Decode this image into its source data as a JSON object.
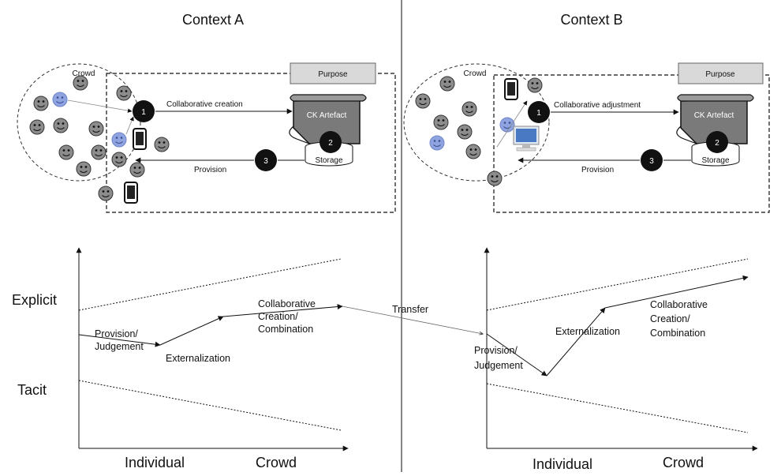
{
  "contexts": [
    {
      "title": "Context A",
      "crowd_label": "Crowd",
      "purpose_label": "Purpose",
      "artefact_label": "CK Artefact",
      "storage_label": "Storage",
      "step1_label": "Collaborative creation",
      "provision_label": "Provision",
      "steps": [
        "1",
        "2",
        "3"
      ],
      "graph": {
        "labels": [
          "Provision/",
          "Judgement",
          "Externalization",
          "Collaborative",
          "Creation/",
          "Combination"
        ],
        "x_words": [
          "Individual",
          "Crowd"
        ]
      }
    },
    {
      "title": "Context B",
      "crowd_label": "Crowd",
      "purpose_label": "Purpose",
      "artefact_label": "CK Artefact",
      "storage_label": "Storage",
      "step1_label": "Collaborative adjustment",
      "provision_label": "Provision",
      "steps": [
        "1",
        "2",
        "3"
      ],
      "graph": {
        "labels": [
          "Provision/",
          "Judgement",
          "Externalization",
          "Collaborative",
          "Creation/",
          "Combination"
        ],
        "x_words": [
          "Individual",
          "Crowd"
        ]
      }
    }
  ],
  "y_words": {
    "explicit": "Explicit",
    "tacit": "Tacit"
  },
  "transfer_label": "Transfer",
  "icons": {
    "person": "smiley-face-icon",
    "phone": "smartphone-icon",
    "computer": "desktop-computer-icon",
    "artefact": "scroll-icon",
    "storage": "database-cylinder-icon"
  },
  "colors": {
    "face_gray": "#8c8c8c",
    "face_blue": "#8fa3e0",
    "purpose_fill": "#d9d9d9",
    "artefact_fill": "#7a7a7a",
    "step_fill": "#111111"
  }
}
